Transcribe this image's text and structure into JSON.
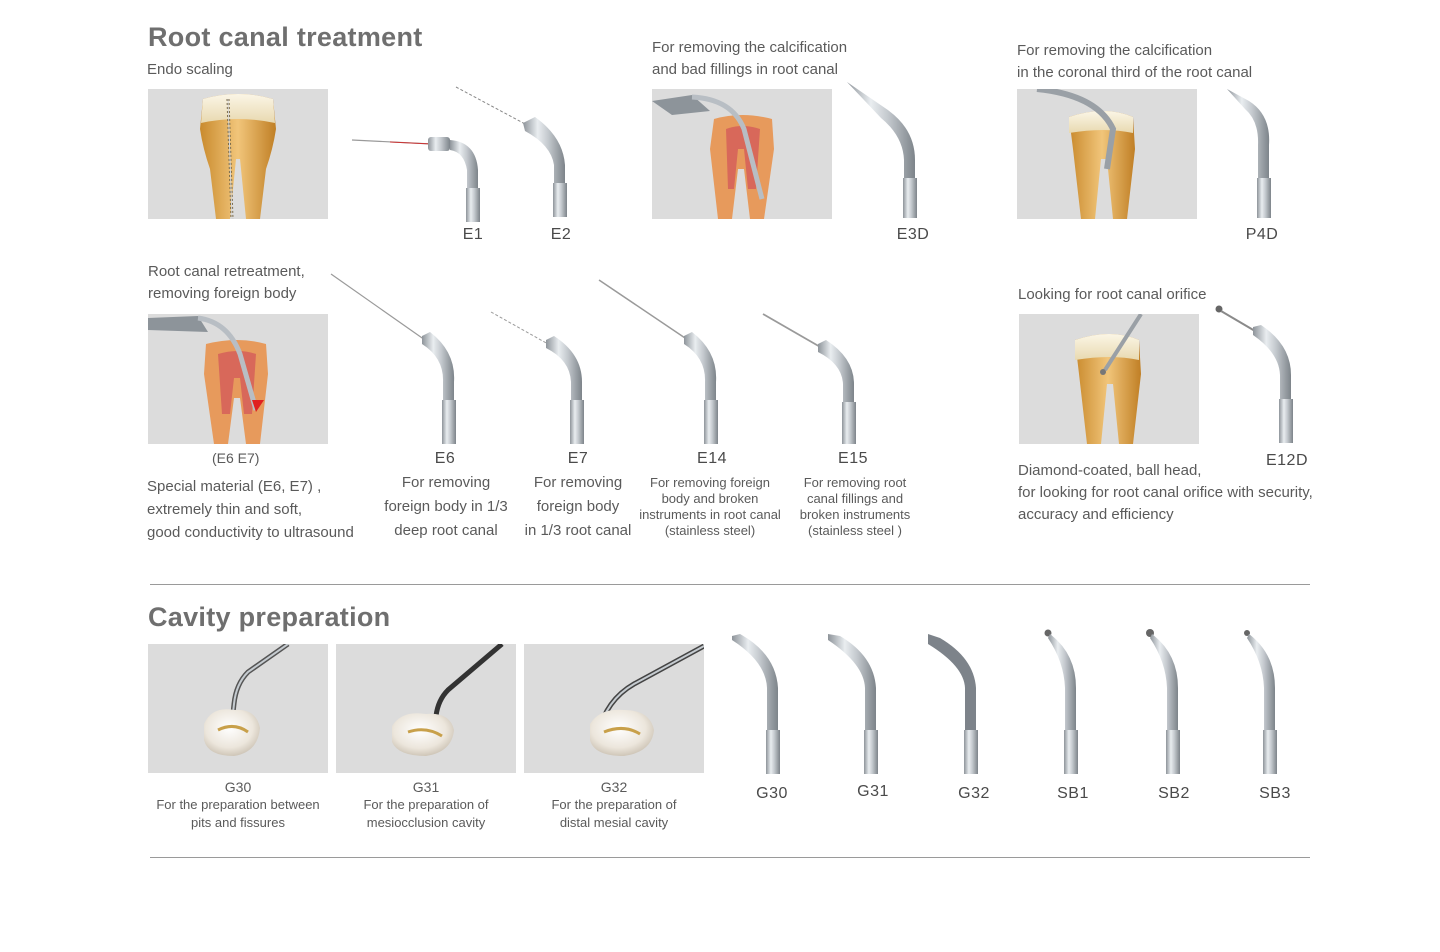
{
  "root_canal": {
    "title": "Root canal treatment",
    "endo_label": "Endo scaling",
    "e3d_desc": [
      "For removing the calcification",
      "and bad fillings in root canal"
    ],
    "p4d_desc": [
      "For removing the calcification",
      "in the coronal third of the root canal"
    ],
    "retreat_desc": [
      "Root canal retreatment,",
      "removing foreign body"
    ],
    "e6e7_caption": "(E6 E7)",
    "special_desc": [
      "Special material (E6, E7) ,",
      "extremely thin and soft,",
      "good conductivity to ultrasound"
    ],
    "orifice_label": "Looking for root canal orifice",
    "diamond_desc": [
      "Diamond-coated, ball head,",
      "for looking for root canal orifice with security,",
      "accuracy and efficiency"
    ],
    "tips": {
      "E1": "E1",
      "E2": "E2",
      "E3D": "E3D",
      "P4D": "P4D",
      "E6": "E6",
      "E7": "E7",
      "E14": "E14",
      "E15": "E15",
      "E12D": "E12D"
    },
    "e6_desc": [
      "For removing",
      "foreign body in 1/3",
      "deep root canal"
    ],
    "e7_desc": [
      "For removing",
      "foreign body",
      "in 1/3 root canal"
    ],
    "e14_desc": [
      "For removing foreign",
      "body and broken",
      "instruments in root canal",
      "(stainless steel)"
    ],
    "e15_desc": [
      "For removing root",
      "canal fillings and",
      "broken instruments",
      "(stainless steel )"
    ]
  },
  "cavity": {
    "title": "Cavity preparation",
    "photos": [
      {
        "code": "G30",
        "desc": [
          "For the preparation between",
          "pits and fissures"
        ]
      },
      {
        "code": "G31",
        "desc": [
          "For the preparation of",
          "mesiocclusion cavity"
        ]
      },
      {
        "code": "G32",
        "desc": [
          "For the preparation of",
          "distal mesial cavity"
        ]
      }
    ],
    "tips": [
      "G30",
      "G31",
      "G32",
      "SB1",
      "SB2",
      "SB3"
    ]
  }
}
